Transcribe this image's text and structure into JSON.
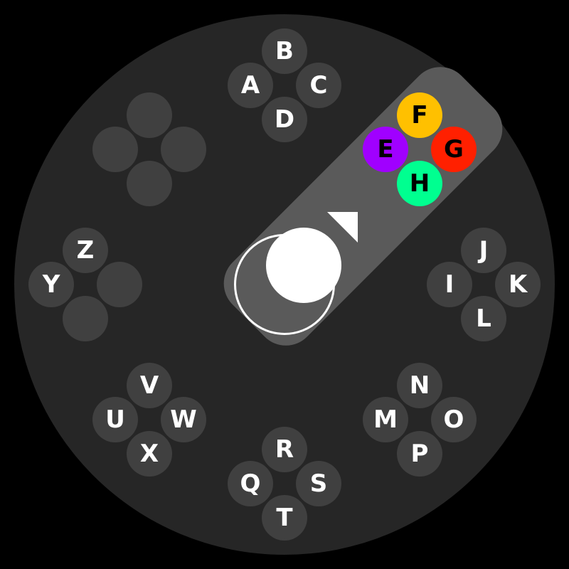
{
  "clusters": [
    {
      "id": "abcd",
      "labels": [
        "B",
        "A",
        "C",
        "D"
      ]
    },
    {
      "id": "empty-nw",
      "labels": [
        "",
        "",
        "",
        ""
      ]
    },
    {
      "id": "efgh",
      "labels": [
        "F",
        "E",
        "G",
        "H"
      ],
      "colors": [
        "#FFC000",
        "#A000FF",
        "#FF2000",
        "#00FF90"
      ],
      "selected": true
    },
    {
      "id": "yz",
      "labels": [
        "Z",
        "Y",
        "",
        ""
      ]
    },
    {
      "id": "ijkl",
      "labels": [
        "J",
        "I",
        "K",
        "L"
      ]
    },
    {
      "id": "uvwx",
      "labels": [
        "V",
        "U",
        "W",
        "X"
      ]
    },
    {
      "id": "qrst",
      "labels": [
        "R",
        "Q",
        "S",
        "T"
      ]
    },
    {
      "id": "mnop",
      "labels": [
        "N",
        "M",
        "O",
        "P"
      ]
    }
  ],
  "colors": {
    "wheel": "#262626",
    "button": "#404040",
    "highlight": "#5a5a5a"
  },
  "joystick": {
    "direction": "north-east"
  }
}
